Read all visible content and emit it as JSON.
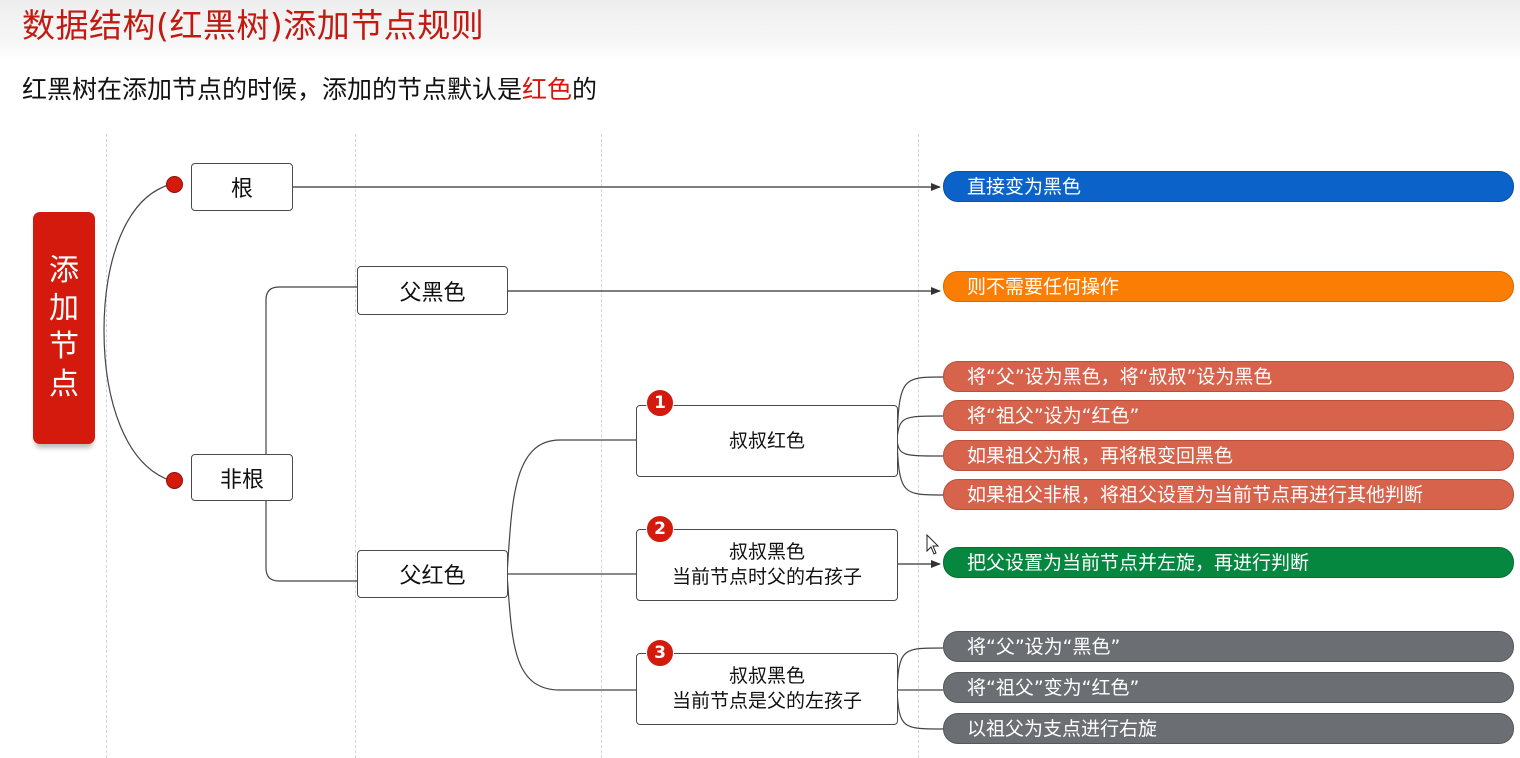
{
  "title": "数据结构(红黑树)添加节点规则",
  "subtitle": {
    "prefix": "红黑树在添加节点的时候，添加的节点默认是",
    "highlight": "红色",
    "suffix": "的"
  },
  "root": {
    "label": "添加节点"
  },
  "nodes": {
    "root_node": "根",
    "non_root": "非根",
    "parent_black": "父黑色",
    "parent_red": "父红色",
    "case1": {
      "number": "1",
      "label": "叔叔红色"
    },
    "case2": {
      "number": "2",
      "line1": "叔叔黑色",
      "line2": "当前节点时父的右孩子"
    },
    "case3": {
      "number": "3",
      "line1": "叔叔黑色",
      "line2": "当前节点是父的左孩子"
    }
  },
  "actions": {
    "root": "直接变为黑色",
    "parent_black": "则不需要任何操作",
    "case1": [
      "将“父”设为黑色，将“叔叔”设为黑色",
      "将“祖父”设为“红色”",
      "如果祖父为根，再将根变回黑色",
      " 如果祖父非根，将祖父设置为当前节点再进行其他判断"
    ],
    "case2": "把父设置为当前节点并左旋，再进行判断",
    "case3": [
      "将“父”设为“黑色”",
      "将“祖父”变为“红色”",
      "以祖父为支点进行右旋"
    ]
  },
  "colors": {
    "title_red": "#c11a10",
    "root_red": "#d41a0c",
    "blue": "#0b63c9",
    "orange": "#fb7d04",
    "coral": "#d8634c",
    "green": "#05873f",
    "gray": "#6b6e72"
  },
  "icons": {
    "cursor": "mouse-pointer-icon"
  }
}
